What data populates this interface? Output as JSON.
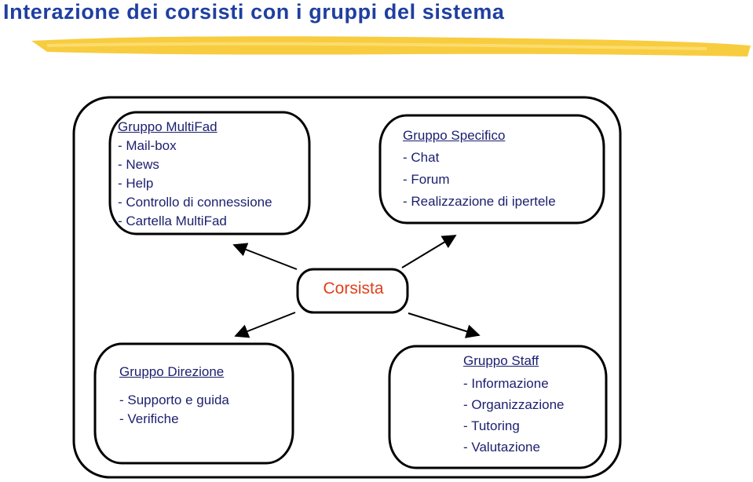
{
  "title": "Interazione dei corsisti con i gruppi del sistema",
  "colors": {
    "title": "#1f3fa0",
    "text": "#1b1f6e",
    "center": "#e0401c",
    "brush": "#f7c72a"
  },
  "center": {
    "label": "Corsista"
  },
  "groups": {
    "multifad": {
      "heading": "Gruppo MultiFad",
      "items": [
        "- Mail-box",
        "- News",
        "- Help",
        "- Controllo di connessione",
        "- Cartella MultiFad"
      ]
    },
    "specifico": {
      "heading": "Gruppo Specifico",
      "items": [
        "- Chat",
        "- Forum",
        "- Realizzazione di ipertele"
      ]
    },
    "direzione": {
      "heading": "Gruppo Direzione",
      "items": [
        "- Supporto e guida",
        "- Verifiche"
      ]
    },
    "staff": {
      "heading": "Gruppo Staff",
      "items": [
        "- Informazione",
        "- Organizzazione",
        "- Tutoring",
        "- Valutazione"
      ]
    }
  }
}
